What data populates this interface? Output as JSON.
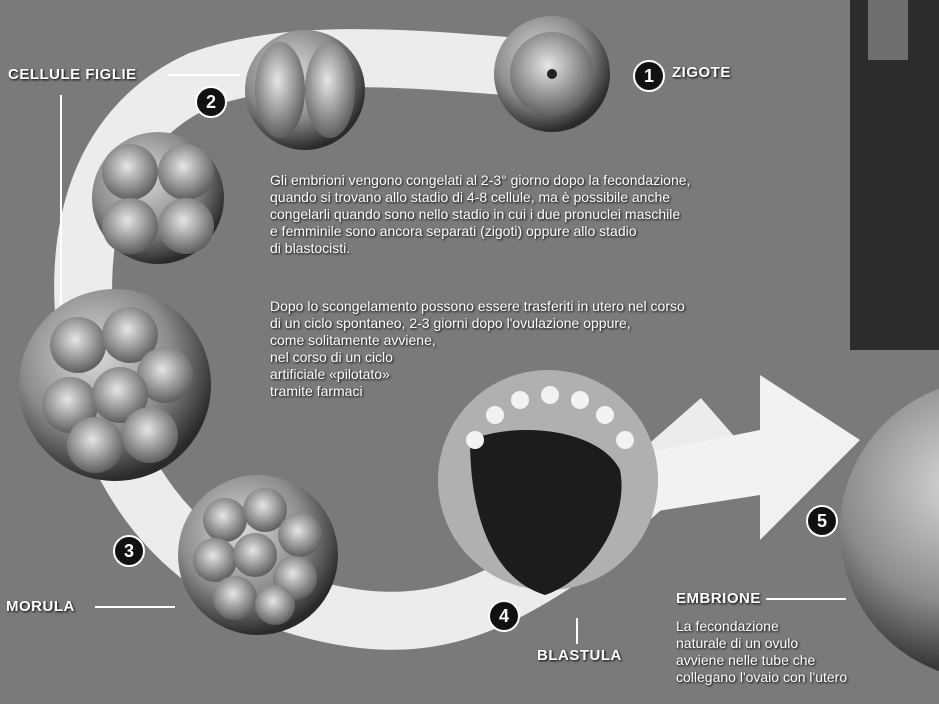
{
  "colors": {
    "background": "#7a7a7a",
    "band": "#f2f2f2",
    "text": "#ffffff",
    "cell": "#9a9a9a",
    "badge": "#111111"
  },
  "stages": [
    {
      "number": "1",
      "label": "ZIGOTE"
    },
    {
      "number": "2",
      "label": "CELLULE FIGLIE"
    },
    {
      "number": "3",
      "label": "MORULA"
    },
    {
      "number": "4",
      "label": "BLASTULA"
    },
    {
      "number": "5",
      "label": "EMBRIONE"
    }
  ],
  "paragraph1": [
    "Gli embrioni vengono congelati al 2-3° giorno dopo la fecondazione,",
    "quando si trovano allo stadio di 4-8 cellule, ma è possibile anche",
    "congelarli quando sono nello stadio in cui i due pronuclei maschile",
    "e femminile sono ancora separati (zigoti) oppure allo stadio",
    "di blastocisti."
  ],
  "paragraph2": [
    "Dopo lo scongelamento possono essere trasferiti in utero nel corso",
    "di un ciclo spontaneo, 2-3 giorni dopo l'ovulazione oppure,",
    "come solitamente avviene,",
    "nel corso di un ciclo",
    "artificiale «pilotato»",
    "tramite farmaci"
  ],
  "embrione_text": [
    "La fecondazione",
    "naturale di un ovulo",
    "avviene nelle tube che",
    "collegano l'ovaio con l'utero"
  ]
}
